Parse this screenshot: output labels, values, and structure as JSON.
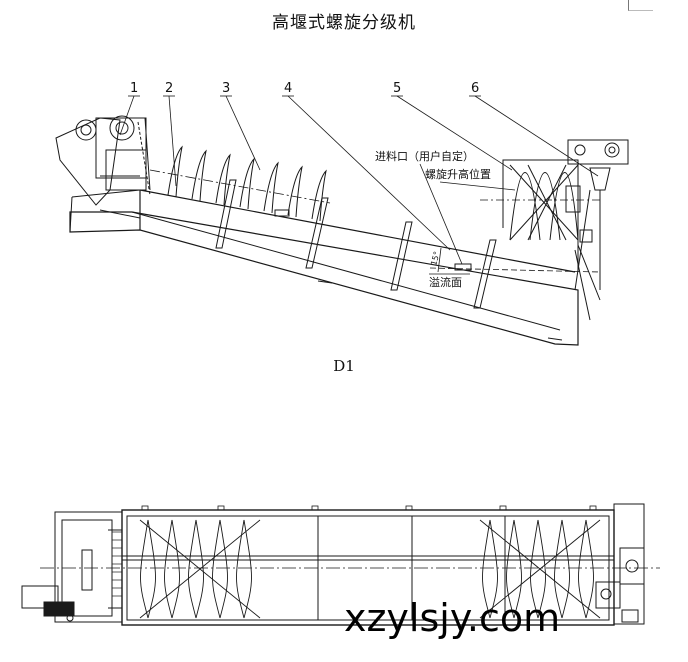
{
  "title": "高堰式螺旋分级机",
  "caption": "D1",
  "watermark": "xzylsjy.com",
  "callouts": [
    "1",
    "2",
    "3",
    "4",
    "5",
    "6"
  ],
  "annotations": {
    "inlet": "进料口（用户自定）",
    "lift_position": "螺旋升高位置",
    "overflow": "溢流面",
    "angle": "15°"
  },
  "colors": {
    "line": "#1a1a1a",
    "background": "#ffffff"
  }
}
